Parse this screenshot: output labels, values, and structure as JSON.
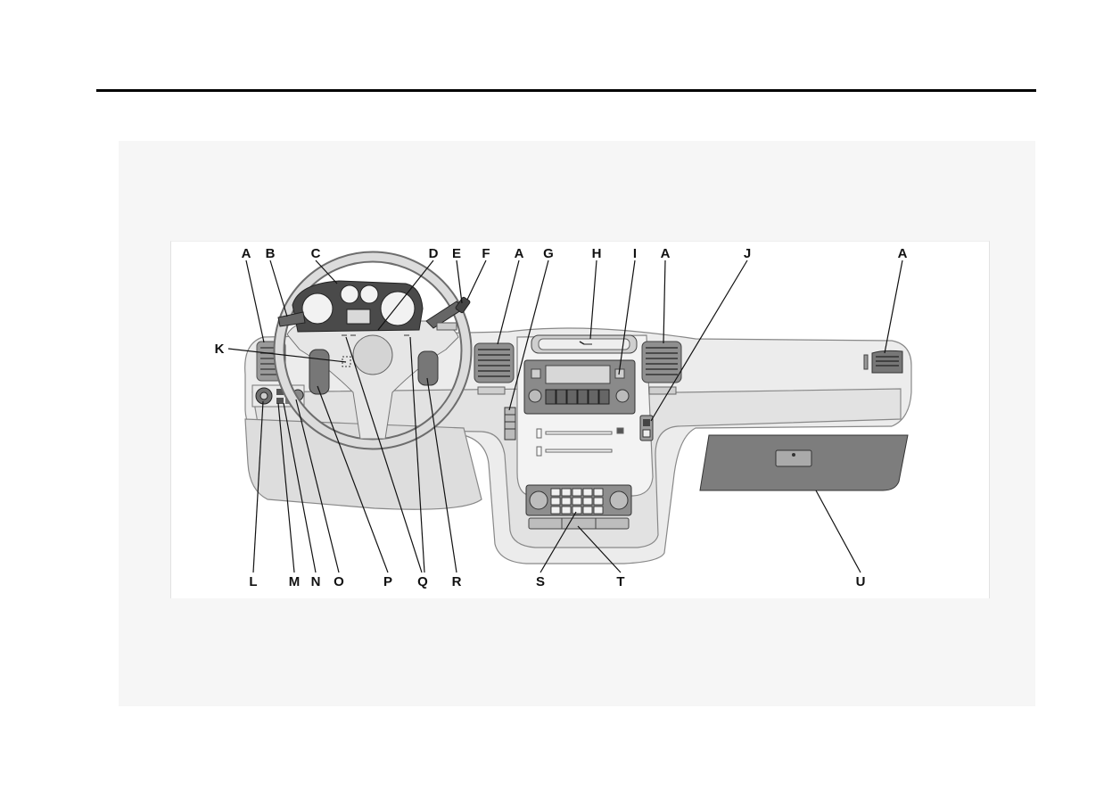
{
  "diagram": {
    "callouts_top": [
      "A",
      "B",
      "C",
      "D",
      "E",
      "F",
      "A",
      "G",
      "H",
      "I",
      "A",
      "J",
      "A"
    ],
    "callout_k": "K",
    "callouts_bottom": [
      "L",
      "M",
      "N",
      "O",
      "P",
      "Q",
      "R",
      "S",
      "T",
      "U"
    ]
  }
}
